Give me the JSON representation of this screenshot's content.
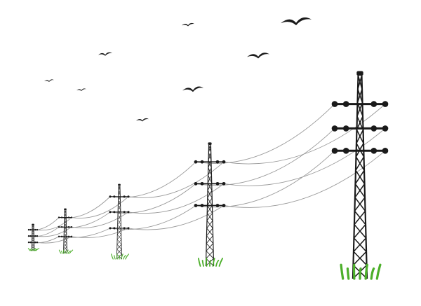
{
  "scene": {
    "description_free": true,
    "colors": {
      "background": "#ffffff",
      "tower": "#1a1a1a",
      "wire": "#9a9a9a",
      "bird": "#1a1a1a",
      "grass": "#4caf2a"
    },
    "towers": [
      {
        "name": "tower-1",
        "icon": "power-pylon-icon"
      },
      {
        "name": "tower-2",
        "icon": "power-pylon-icon"
      },
      {
        "name": "tower-3",
        "icon": "power-pylon-icon"
      },
      {
        "name": "tower-4",
        "icon": "power-pylon-icon"
      },
      {
        "name": "tower-5",
        "icon": "power-pylon-icon"
      }
    ],
    "birds": [
      {
        "name": "bird-1",
        "icon": "bird-icon"
      },
      {
        "name": "bird-2",
        "icon": "bird-icon"
      },
      {
        "name": "bird-3",
        "icon": "bird-icon"
      },
      {
        "name": "bird-4",
        "icon": "bird-icon"
      },
      {
        "name": "bird-5",
        "icon": "bird-icon"
      },
      {
        "name": "bird-6",
        "icon": "bird-icon"
      },
      {
        "name": "bird-7",
        "icon": "bird-icon"
      },
      {
        "name": "bird-8",
        "icon": "bird-icon"
      }
    ]
  }
}
